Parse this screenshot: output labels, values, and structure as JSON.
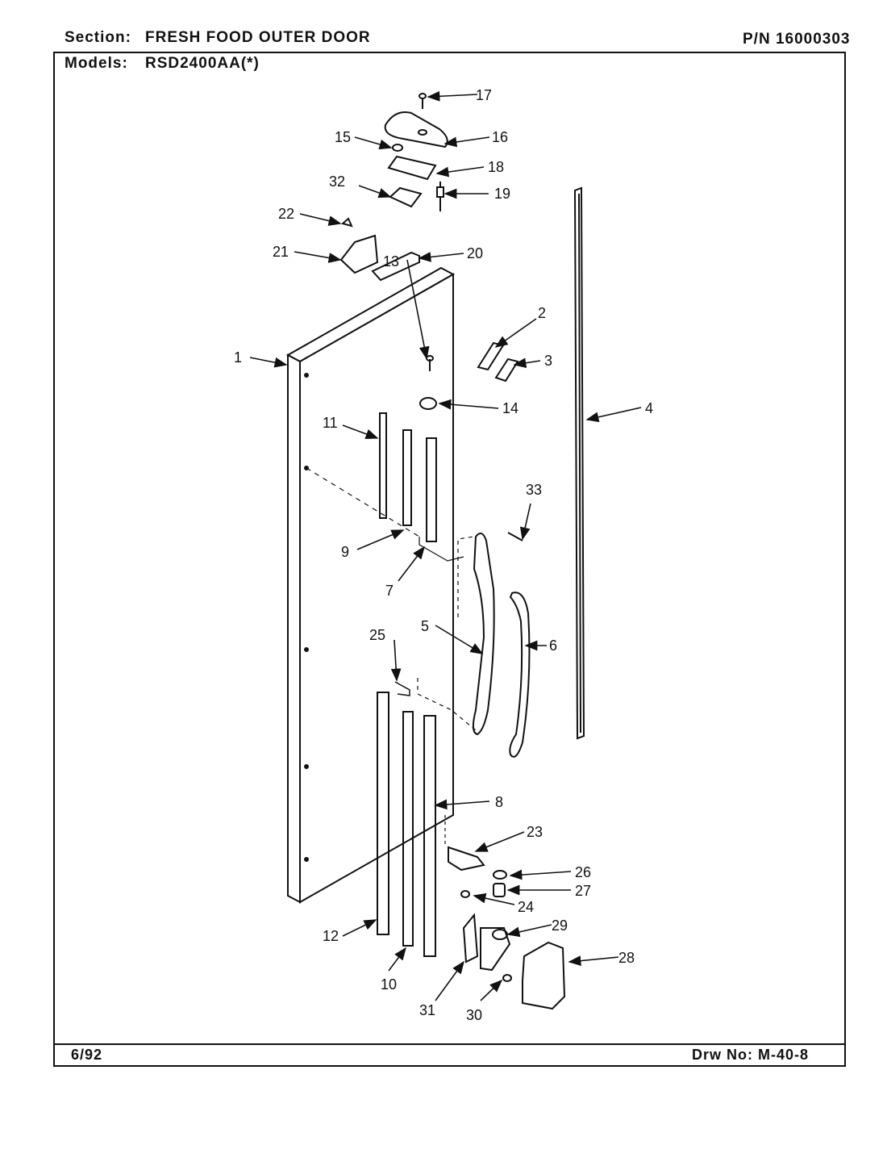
{
  "header": {
    "section_label": "Section:",
    "section_value": "FRESH FOOD OUTER DOOR",
    "part_number": "P/N 16000303",
    "models_label": "Models:",
    "models_value": "RSD2400AA(*)"
  },
  "footer": {
    "date": "6/92",
    "drawing_number": "Drw No: M-40-8"
  },
  "callouts": [
    "1",
    "2",
    "3",
    "4",
    "5",
    "6",
    "7",
    "8",
    "9",
    "10",
    "11",
    "12",
    "13",
    "14",
    "15",
    "16",
    "17",
    "18",
    "19",
    "20",
    "21",
    "22",
    "23",
    "24",
    "25",
    "26",
    "27",
    "28",
    "29",
    "30",
    "31",
    "32",
    "33"
  ]
}
